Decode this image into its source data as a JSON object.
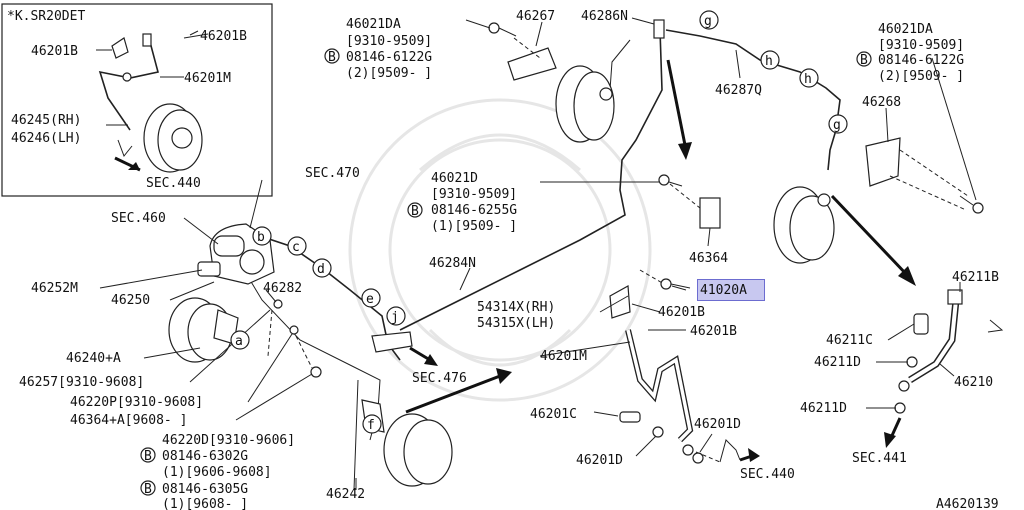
{
  "diagram_id": "A4620139",
  "highlight_color": "#c8c8f0",
  "inset": {
    "title": "*K.SR20DET",
    "labels": [
      "46201B",
      "46201B",
      "46201M",
      "46245(RH)",
      "46246(LH)",
      "SEC.440"
    ]
  },
  "labels": {
    "p46021DA_1": "46021DA",
    "range_1": "[9310-9509]",
    "bolt_1": "08146-6122G",
    "qty_1": "(2)[9509-     ]",
    "p46267": "46267",
    "p46286N": "46286N",
    "p46287Q": "46287Q",
    "p46021DA_2": "46021DA",
    "range_2": "[9310-9509]",
    "bolt_2": "08146-6122G",
    "qty_2": "(2)[9509-     ]",
    "p46268": "46268",
    "sec470": "SEC.470",
    "sec460": "SEC.460",
    "p46021D": "46021D",
    "range_3": "[9310-9509]",
    "bolt_3": "08146-6255G",
    "qty_3": "(1)[9509-     ]",
    "p46364": "46364",
    "p46284N": "46284N",
    "p46252M": "46252M",
    "p46250": "46250",
    "p46282": "46282",
    "p41020A": "41020A",
    "p54314X": "54314X(RH)",
    "p54315X": "54315X(LH)",
    "p46201B_a": "46201B",
    "p46201B_b": "46201B",
    "p46211B": "46211B",
    "p46211C": "46211C",
    "p46211D_a": "46211D",
    "p46210": "46210",
    "p46211D_b": "46211D",
    "sec441": "SEC.441",
    "p46240A": "46240+A",
    "p46257": "46257[9310-9608]",
    "sec476": "SEC.476",
    "p46201M": "46201M",
    "p46220P": "46220P[9310-9608]",
    "p46364A": "46364+A[9608-     ]",
    "p46201C": "46201C",
    "p46201D_a": "46201D",
    "p46201D_b": "46201D",
    "sec440": "SEC.440",
    "p46220D": "46220D[9310-9606]",
    "bolt_4": "08146-6302G",
    "qty_4": "(1)[9606-9608]",
    "bolt_5": "08146-6305G",
    "qty_5": "(1)[9608-     ]",
    "p46242": "46242"
  },
  "callouts": [
    "a",
    "b",
    "c",
    "d",
    "e",
    "f",
    "g",
    "h",
    "j"
  ],
  "bolt_marker": "B"
}
